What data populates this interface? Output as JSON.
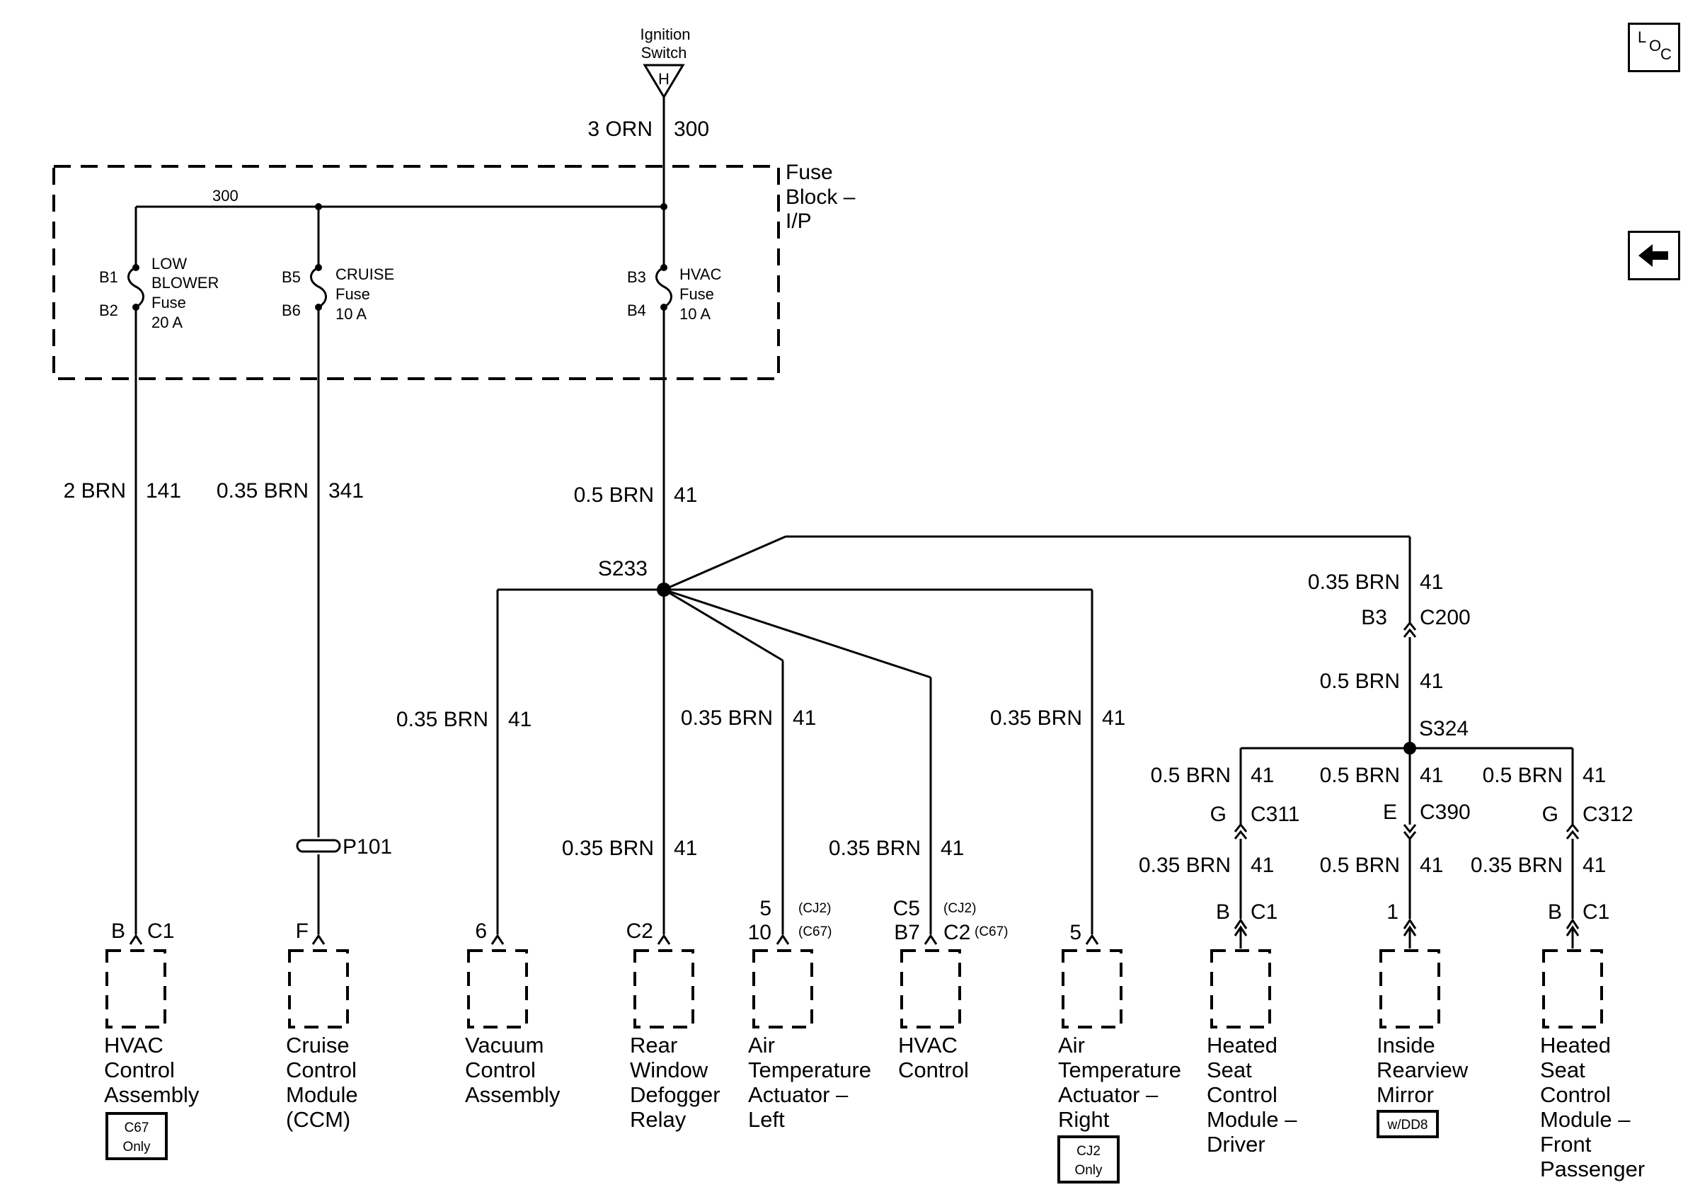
{
  "source": {
    "label_line1": "Ignition",
    "label_line2": "Switch",
    "terminal": "H"
  },
  "feed": {
    "wire": "3 ORN",
    "circuit": "300"
  },
  "fuse_block": {
    "label_lines": [
      "Fuse",
      "Block –",
      "I/P"
    ],
    "bus_circuit": "300",
    "fuses": [
      {
        "in": "B1",
        "out": "B2",
        "lines": [
          "LOW",
          "BLOWER",
          "Fuse",
          "20 A"
        ]
      },
      {
        "in": "B5",
        "out": "B6",
        "lines": [
          "CRUISE",
          "Fuse",
          "10 A"
        ]
      },
      {
        "in": "B3",
        "out": "B4",
        "lines": [
          "HVAC",
          "Fuse",
          "10 A"
        ]
      }
    ]
  },
  "wires": {
    "w141": {
      "gauge": "2 BRN",
      "circuit": "141"
    },
    "w341": {
      "gauge": "0.35 BRN",
      "circuit": "341"
    },
    "w41_main": {
      "gauge": "0.5 BRN",
      "circuit": "41"
    },
    "w_vacuum": {
      "gauge": "0.35 BRN",
      "circuit": "41"
    },
    "w_actL": {
      "gauge": "0.35 BRN",
      "circuit": "41"
    },
    "w_actR": {
      "gauge": "0.35 BRN",
      "circuit": "41"
    },
    "w_defog": {
      "gauge": "0.35 BRN",
      "circuit": "41"
    },
    "w_hvac": {
      "gauge": "0.35 BRN",
      "circuit": "41"
    },
    "w_c200_top": {
      "gauge": "0.35 BRN",
      "circuit": "41"
    },
    "w_c200_bot": {
      "gauge": "0.5 BRN",
      "circuit": "41"
    },
    "w_drv_top": {
      "gauge": "0.5 BRN",
      "circuit": "41"
    },
    "w_drv_bot": {
      "gauge": "0.35 BRN",
      "circuit": "41"
    },
    "w_mir_top": {
      "gauge": "0.5 BRN",
      "circuit": "41"
    },
    "w_mir_bot": {
      "gauge": "0.5 BRN",
      "circuit": "41"
    },
    "w_pas_top": {
      "gauge": "0.5 BRN",
      "circuit": "41"
    },
    "w_pas_bot": {
      "gauge": "0.35 BRN",
      "circuit": "41"
    }
  },
  "splices": {
    "s233": "S233",
    "s324": "S324"
  },
  "inline_connectors": {
    "c200": {
      "pin": "B3",
      "name": "C200"
    },
    "c311": {
      "pin": "G",
      "name": "C311"
    },
    "c390": {
      "pin": "E",
      "name": "C390"
    },
    "c312": {
      "pin": "G",
      "name": "C312"
    },
    "p101": {
      "name": "P101"
    }
  },
  "components": [
    {
      "pin": "B",
      "conn": "C1",
      "name": [
        "HVAC",
        "Control",
        "Assembly"
      ],
      "badge": [
        "C67",
        "Only"
      ]
    },
    {
      "pin": "F",
      "conn": "",
      "name": [
        "Cruise",
        "Control",
        "Module",
        "(CCM)"
      ]
    },
    {
      "pin": "6",
      "conn": "",
      "name": [
        "Vacuum",
        "Control",
        "Assembly"
      ]
    },
    {
      "pin": "C2",
      "conn": "",
      "name": [
        "Rear",
        "Window",
        "Defogger",
        "Relay"
      ]
    },
    {
      "pin_lines": [
        "5",
        "10"
      ],
      "opt_lines": [
        "(CJ2)",
        "(C67)"
      ],
      "name": [
        "Air",
        "Temperature",
        "Actuator –",
        "Left"
      ]
    },
    {
      "pin_lines": [
        "C5",
        "B7"
      ],
      "opt_lines": [
        "(CJ2)",
        "(C67)"
      ],
      "conn2": "C2",
      "name": [
        "HVAC",
        "Control"
      ]
    },
    {
      "pin": "5",
      "conn": "",
      "name": [
        "Air",
        "Temperature",
        "Actuator –",
        "Right"
      ],
      "badge": [
        "CJ2",
        "Only"
      ]
    },
    {
      "pin": "B",
      "conn": "C1",
      "name": [
        "Heated",
        "Seat",
        "Control",
        "Module –",
        "Driver"
      ]
    },
    {
      "pin": "1",
      "conn": "",
      "name": [
        "Inside",
        "Rearview",
        "Mirror"
      ],
      "badge": [
        "w/DD8"
      ]
    },
    {
      "pin": "B",
      "conn": "C1",
      "name": [
        "Heated",
        "Seat",
        "Control",
        "Module –",
        "Front",
        "Passenger"
      ]
    }
  ],
  "nav": {
    "loc_letters": [
      "L",
      "O",
      "C"
    ],
    "back_icon": "left-arrow-icon"
  }
}
